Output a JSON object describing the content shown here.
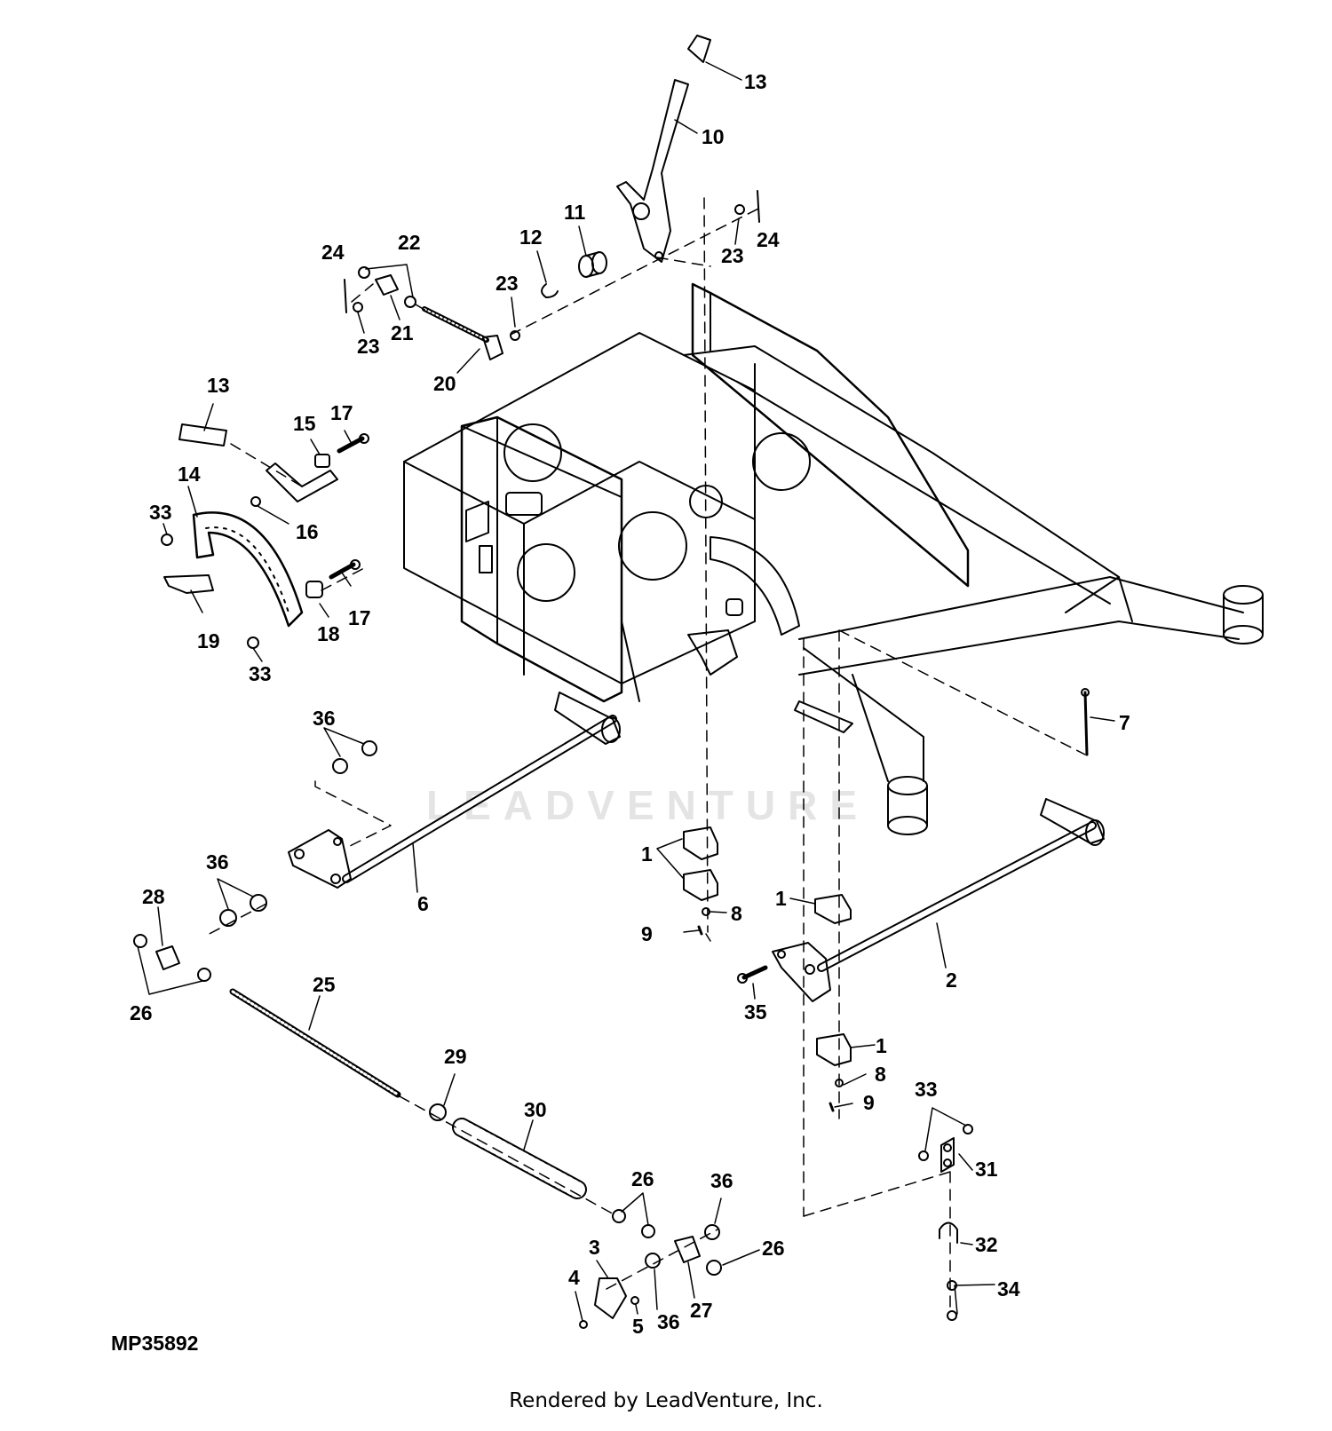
{
  "diagram_code": "MP35892",
  "footer": "Rendered by LeadVenture, Inc.",
  "watermark": "LEADVENTURE",
  "colors": {
    "line": "#000000",
    "background": "#ffffff",
    "watermark": "#e4e4e4"
  },
  "callouts": {
    "c13a": "13",
    "c10": "10",
    "c11": "11",
    "c12": "12",
    "c23a": "23",
    "c24a": "23",
    "c24b": "24",
    "c22": "22",
    "c24c": "24",
    "c23b": "23",
    "c21": "21",
    "c20": "20",
    "c13b": "13",
    "c15": "15",
    "c17a": "17",
    "c14": "14",
    "c33a": "33",
    "c16": "16",
    "c17b": "17",
    "c18": "18",
    "c19": "19",
    "c33b": "33",
    "c36a": "36",
    "c7": "7",
    "c36b": "36",
    "c28": "28",
    "c6": "6",
    "c1a": "1",
    "c8a": "8",
    "c9a": "9",
    "c1b": "1",
    "c2": "2",
    "c26a": "26",
    "c25": "25",
    "c35": "35",
    "c1c": "1",
    "c8b": "8",
    "c9b": "9",
    "c29": "29",
    "c30": "30",
    "c33c": "33",
    "c31": "31",
    "c26b": "26",
    "c36c": "36",
    "c32": "32",
    "c3": "3",
    "c26c": "26",
    "c4": "4",
    "c34": "34",
    "c5": "5",
    "c36d": "36",
    "c27": "27"
  }
}
